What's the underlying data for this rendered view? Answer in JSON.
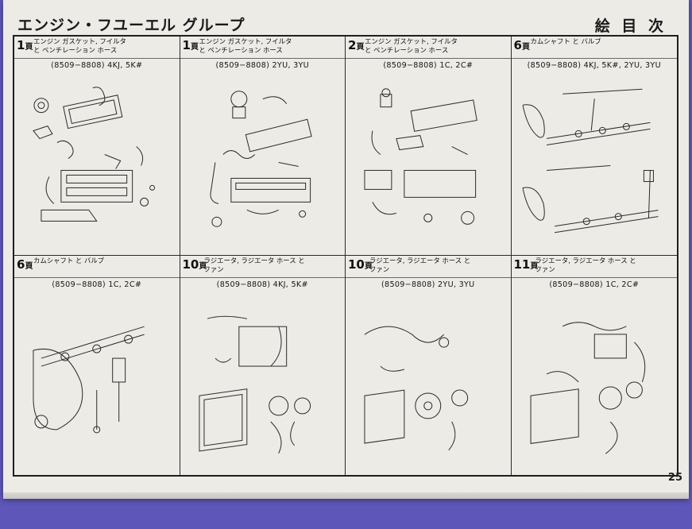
{
  "header": {
    "group_title": "エンジン・フユーエル グループ",
    "index_title": "絵 目 次"
  },
  "cells": [
    {
      "page": "1",
      "unit": "頁",
      "title": "エンジン ガスケット, フイルタ\nと ベンチレーション ホース",
      "model": "(8509−8808) 4KJ, 5K#"
    },
    {
      "page": "1",
      "unit": "頁",
      "title": "エンジン ガスケット, フイルタ\nと ベンチレーション ホース",
      "model": "(8509−8808) 2YU, 3YU"
    },
    {
      "page": "2",
      "unit": "頁",
      "title": "エンジン ガスケット, フイルタ\nと ベンチレーション ホース",
      "model": "(8509−8808) 1C, 2C#"
    },
    {
      "page": "6",
      "unit": "頁",
      "title": "カムシャフト と バルブ",
      "model": "(8509−8808) 4KJ, 5K#, 2YU, 3YU"
    },
    {
      "page": "6",
      "unit": "頁",
      "title": "カムシャフト と バルブ",
      "model": "(8509−8808) 1C, 2C#"
    },
    {
      "page": "10",
      "unit": "頁",
      "title": "ラジエータ, ラジエータ ホース と\nファン",
      "model": "(8509−8808) 4KJ, 5K#"
    },
    {
      "page": "10",
      "unit": "頁",
      "title": "ラジエータ, ラジエータ ホース と\nファン",
      "model": "(8509−8808) 2YU, 3YU"
    },
    {
      "page": "11",
      "unit": "頁",
      "title": "ラジエータ, ラジエータ ホース と\nファン",
      "model": "(8509−8808) 1C, 2C#"
    }
  ],
  "page_number": "25"
}
